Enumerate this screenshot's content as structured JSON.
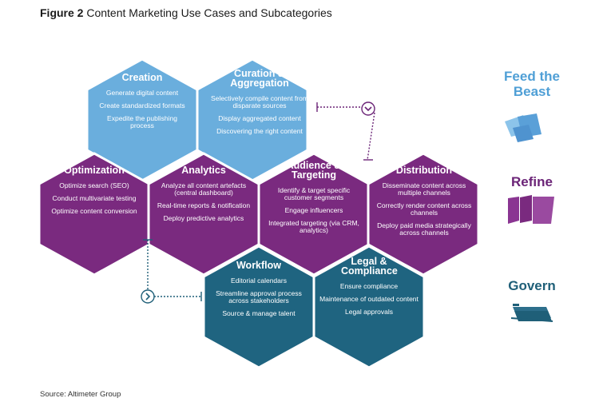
{
  "figure": {
    "title_bold": "Figure 2",
    "title_rest": "Content Marketing Use Cases and Subcategories",
    "source": "Source: Altimeter Group"
  },
  "colors": {
    "feed": "#6aaedd",
    "refine": "#7a2a7f",
    "govern": "#1f6480",
    "feed_text": "#4f9fd6",
    "refine_text": "#6b2477",
    "govern_text": "#1f5f78"
  },
  "hexes": [
    {
      "key": "creation",
      "category": "feed",
      "title": "Creation",
      "items": [
        "Generate digital content",
        "Create standardized formats",
        "Expedite the publishing process"
      ]
    },
    {
      "key": "curation",
      "category": "feed",
      "title": "Curation & Aggregation",
      "items": [
        "Selectively compile content from disparate sources",
        "Display aggregated content",
        "Discovering the right content"
      ]
    },
    {
      "key": "optimization",
      "category": "refine",
      "title": "Optimization",
      "items": [
        "Optimize search (SEO)",
        "Conduct multivariate testing",
        "Optimize content conversion"
      ]
    },
    {
      "key": "analytics",
      "category": "refine",
      "title": "Analytics",
      "items": [
        "Analyze all content artefacts (central dashboard)",
        "Real-time reports & notification",
        "Deploy predictive analytics"
      ]
    },
    {
      "key": "audience",
      "category": "refine",
      "title": "Audience & Targeting",
      "items": [
        "Identify & target specific customer segments",
        "Engage influencers",
        "Integrated targeting (via CRM, analytics)"
      ]
    },
    {
      "key": "distribution",
      "category": "refine",
      "title": "Distribution",
      "items": [
        "Disseminate content across multiple channels",
        "Correctly render content across channels",
        "Deploy paid media strategically across channels"
      ]
    },
    {
      "key": "workflow",
      "category": "govern",
      "title": "Workflow",
      "items": [
        "Editorial calendars",
        "Streamline approval process across stakeholders",
        "Source & manage talent"
      ]
    },
    {
      "key": "legal",
      "category": "govern",
      "title": "Legal & Compliance",
      "items": [
        "Ensure compliance",
        "Maintenance of outdated content",
        "Legal approvals"
      ]
    }
  ],
  "legend": {
    "feed": "Feed the Beast",
    "refine": "Refine",
    "govern": "Govern"
  }
}
